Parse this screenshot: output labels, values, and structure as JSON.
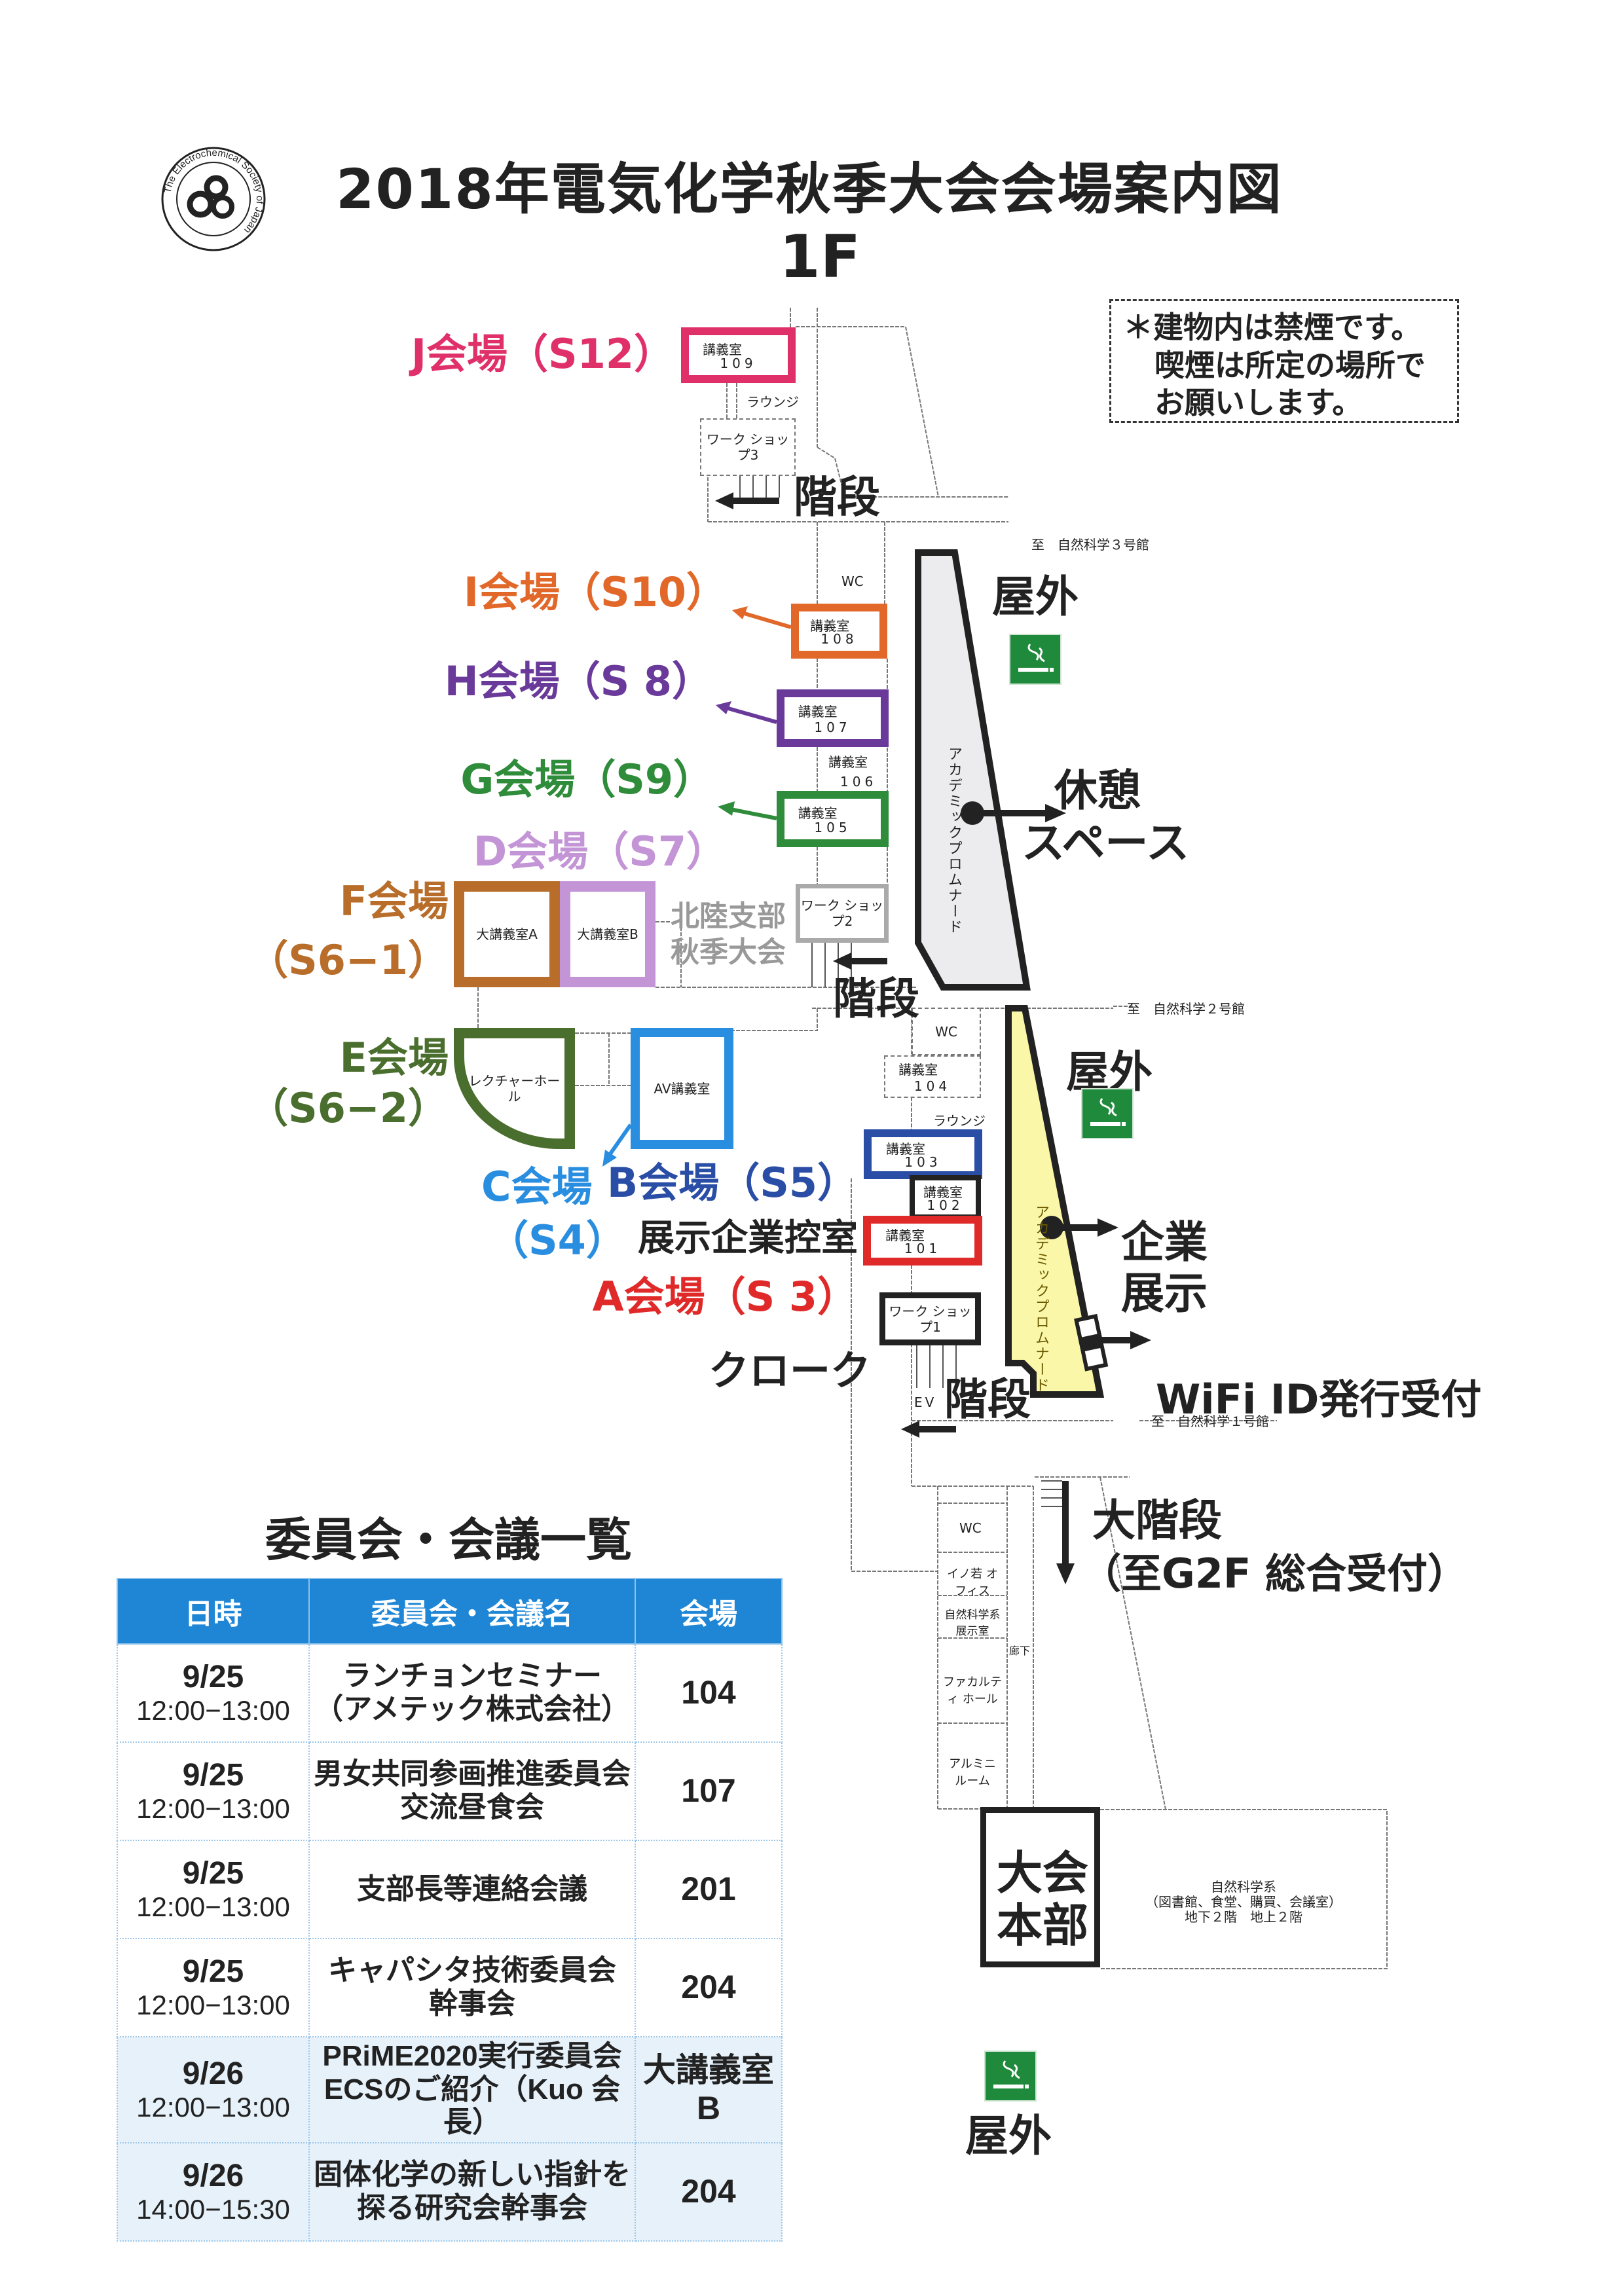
{
  "logo": {
    "text": "The Electrochemical Society of Japan"
  },
  "title": "2018年電気化学秋季大会会場案内図",
  "floor": "1F",
  "notice": {
    "line1": "＊建物内は禁煙です。",
    "line2": "喫煙は所定の場所で",
    "line3": "お願いします。"
  },
  "venues": {
    "J": "J会場（S12）",
    "I": "I会場（S10）",
    "H": "H会場（S 8）",
    "G": "G会場（S9）",
    "D": "D会場（S7）",
    "F1": "F会場",
    "F2": "（S6−1）",
    "E1": "E会場",
    "E2": "（S6−2）",
    "C1": "C会場",
    "C2": "（S4）",
    "B": "B会場（S5）",
    "A": "A会場（S 3）"
  },
  "rooms": {
    "lecture": "講義室",
    "r109": "109",
    "r108": "108",
    "r107": "107",
    "r106": "106",
    "r105": "105",
    "r104": "104",
    "r103": "103",
    "r102": "102",
    "r101": "101",
    "lounge": "ラウンジ",
    "wc": "WC",
    "ws3": "ワーク ショップ3",
    "ws2": "ワーク ショップ2",
    "ws1": "ワーク ショップ1",
    "big_a": "大講義室A",
    "big_b": "大講義室B",
    "lecture_hall": "レクチャーホール",
    "av": "AV講義室",
    "ev": "EV",
    "inowaka": "イノ若 オフィス",
    "exhibit_room": "自然科学系 展示室",
    "faculty": "ファカルティ ホール",
    "alumni": "アルミニ ルーム",
    "corridor": "廊下",
    "promenade": "アカデミックプロムナード"
  },
  "labels": {
    "stairs": "階段",
    "to_bldg3": "至　自然科学３号館",
    "to_bldg2": "至　自然科学２号館",
    "to_bldg1": "至　自然科学１号館",
    "outdoor": "屋外",
    "rest1": "休憩",
    "rest2": "スペース",
    "hokuriku1": "北陸支部",
    "hokuriku2": "秋季大会",
    "exhibitor_room": "展示企業控室",
    "expo1": "企業",
    "expo2": "展示",
    "cloak": "クローク",
    "wifi": "WiFi ID発行受付",
    "grand1": "大階段",
    "grand2": "（至G2F 総合受付）",
    "hq1": "大会",
    "hq2": "本部",
    "bldg_line1": "自然科学系",
    "bldg_line2": "（図書館、食堂、購買、会議室）",
    "bldg_line3": "地下２階　地上２階"
  },
  "committee": {
    "heading": "委員会・会議一覧",
    "headers": [
      "日時",
      "委員会・会議名",
      "会場"
    ],
    "rows": [
      {
        "date": "9/25",
        "time": "12:00−13:00",
        "name1": "ランチョンセミナー",
        "name2": "（アメテック株式会社）",
        "room1": "104",
        "room2": ""
      },
      {
        "date": "9/25",
        "time": "12:00−13:00",
        "name1": "男女共同参画推進委員会",
        "name2": "交流昼食会",
        "room1": "107",
        "room2": ""
      },
      {
        "date": "9/25",
        "time": "12:00−13:00",
        "name1": "支部長等連絡会議",
        "name2": "",
        "room1": "201",
        "room2": ""
      },
      {
        "date": "9/25",
        "time": "12:00−13:00",
        "name1": "キャパシタ技術委員会",
        "name2": "幹事会",
        "room1": "204",
        "room2": ""
      },
      {
        "date": "9/26",
        "time": "12:00−13:00",
        "name1": "PRiME2020実行委員会",
        "name2": "ECSのご紹介（Kuo 会長）",
        "room1": "大講義室",
        "room2": "B"
      },
      {
        "date": "9/26",
        "time": "14:00−15:30",
        "name1": "固体化学の新しい指針を",
        "name2": "探る研究会幹事会",
        "room1": "204",
        "room2": ""
      }
    ]
  },
  "colors": {
    "J": "#e0306a",
    "I": "#e2682a",
    "H": "#6a3a9a",
    "G": "#2e8c3a",
    "D": "#c394d6",
    "F": "#b86e2a",
    "E": "#4a6e2e",
    "C": "#2a8ee0",
    "B": "#2a4ea6",
    "A": "#e02a2a",
    "promenade_grey": "#ececee",
    "promenade_yellow": "#fbf7a8",
    "table_header": "#1f86d6"
  }
}
